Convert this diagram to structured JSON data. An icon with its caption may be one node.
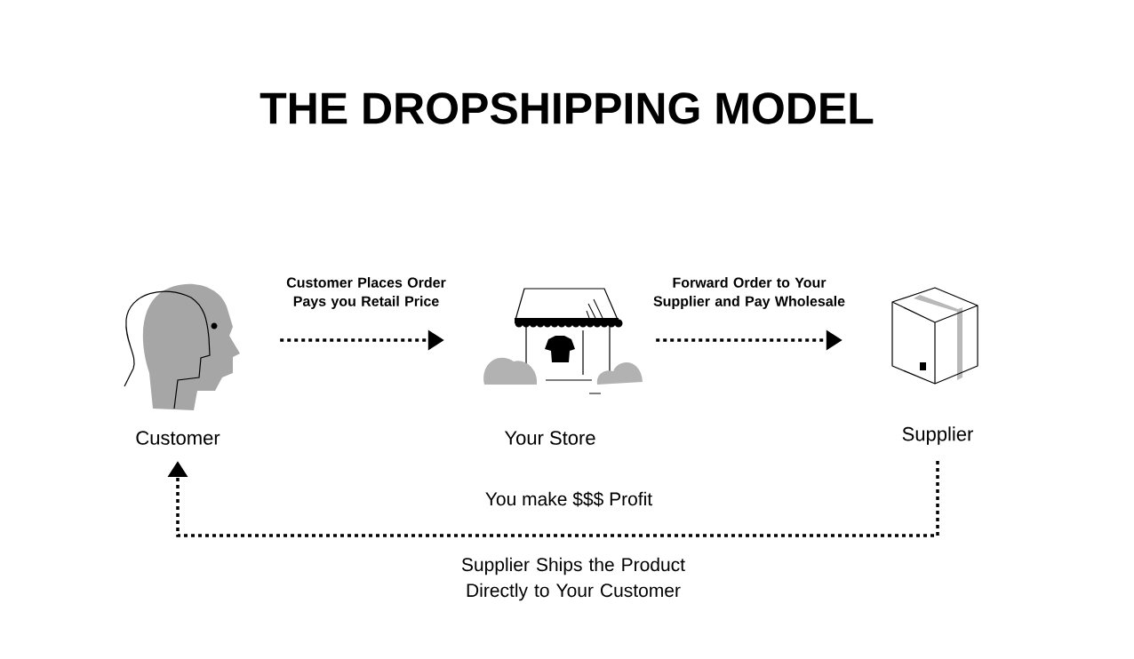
{
  "diagram": {
    "title": "THE DROPSHIPPING MODEL",
    "nodes": [
      {
        "text": [
          "Customer"
        ]
      },
      {
        "text": [
          "Your Store"
        ]
      },
      {
        "text": [
          "Supplier"
        ]
      }
    ],
    "edges": [
      {
        "from": 0,
        "to": 1,
        "arrow": "to",
        "style": "dashed",
        "label": "Customer Places Order Pays you Retail Price"
      },
      {
        "from": 1,
        "to": 2,
        "arrow": "to",
        "style": "dashed",
        "label": "Forward Order to Your Supplier and Pay Wholesale"
      },
      {
        "from": 2,
        "to": 0,
        "arrow": "to",
        "style": "dashed",
        "label": "Supplier Ships the Product Directly to Your Customer"
      }
    ],
    "labels": [
      "You make $$$ Profit"
    ]
  }
}
